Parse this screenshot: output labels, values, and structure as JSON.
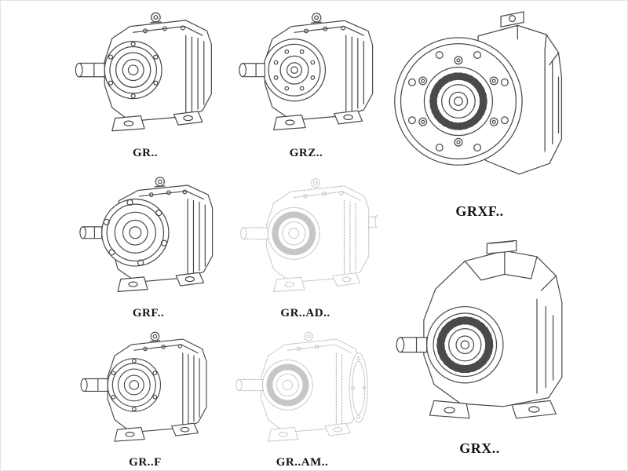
{
  "page": {
    "background": "#ffffff",
    "line_color": "#4a4a4a",
    "faint_line_color": "#c6c6c6",
    "label_color": "#141414"
  },
  "items": [
    {
      "id": "gr",
      "label": "GR..",
      "drawing": "foot-mounted helical gear reducer, isometric line drawing"
    },
    {
      "id": "grz",
      "label": "GRZ..",
      "drawing": "foot-mounted helical gear reducer with bolt-ring face, isometric line drawing"
    },
    {
      "id": "grxf",
      "label": "GRXF..",
      "drawing": "flange-mounted helical gear reducer, large front flange with bolt holes"
    },
    {
      "id": "grf",
      "label": "GRF..",
      "drawing": "flange-and-foot helical gear reducer, isometric line drawing"
    },
    {
      "id": "gr-ad",
      "label": "GR..AD..",
      "drawing": "helical gear reducer with input adapter, faint ghost line drawing"
    },
    {
      "id": "gr-f",
      "label": "GR..F",
      "drawing": "foot-mounted helical gear reducer, isometric line drawing"
    },
    {
      "id": "gr-am",
      "label": "GR..AM..",
      "drawing": "helical gear reducer with motor-mount flange, faint ghost line drawing"
    },
    {
      "id": "grx",
      "label": "GRX..",
      "drawing": "large foot-mounted helical gear reducer with toothed bearing boss, isometric line drawing"
    }
  ]
}
